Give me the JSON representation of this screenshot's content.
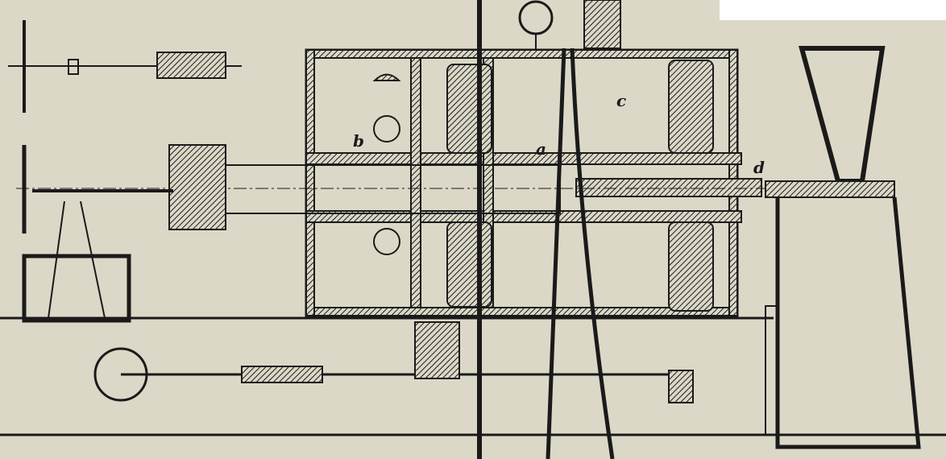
{
  "diagram": {
    "labels": {
      "a": "a",
      "b": "b",
      "c": "c",
      "d": "d"
    },
    "colors": {
      "paper": "#dcd8c7",
      "ink": "#1a1a1a"
    }
  }
}
